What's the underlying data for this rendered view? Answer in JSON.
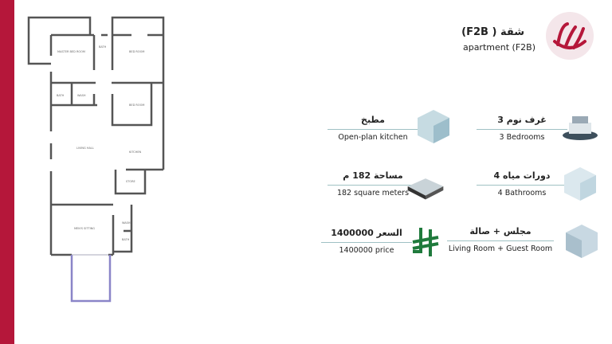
{
  "header": {
    "title_ar": "شقة ( F2B)",
    "title_en": "apartment (F2B)"
  },
  "brand": {
    "logo": "Al Qasimi calligraphy logo",
    "color": "#b5173a"
  },
  "floor_plan": {
    "rooms": [
      "MASTER BED ROOM",
      "BATH",
      "BED ROOM",
      "BATH",
      "WASH",
      "BED ROOM",
      "LIVING HALL",
      "KITCHEN",
      "STORE",
      "MEN'S SITTING",
      "WASH",
      "BATH"
    ]
  },
  "features": [
    {
      "ar": "غرف نوم  3",
      "en": "3 Bedrooms",
      "icon": "bedroom-icon"
    },
    {
      "ar": "مطبخ",
      "en": "Open-plan kitchen",
      "icon": "kitchen-icon"
    },
    {
      "ar": "دورات مياه 4",
      "en": "4 Bathrooms",
      "icon": "bathroom-icon"
    },
    {
      "ar": "مساحة  182 م",
      "en": "182 square meters",
      "icon": "floorplan-3d-icon"
    },
    {
      "ar": "مجلس + صالة",
      "en": "Living Room + Guest Room",
      "icon": "living-room-icon"
    },
    {
      "ar": "السعر 1400000",
      "en": "1400000  price",
      "icon": "riyal-currency-icon"
    }
  ]
}
